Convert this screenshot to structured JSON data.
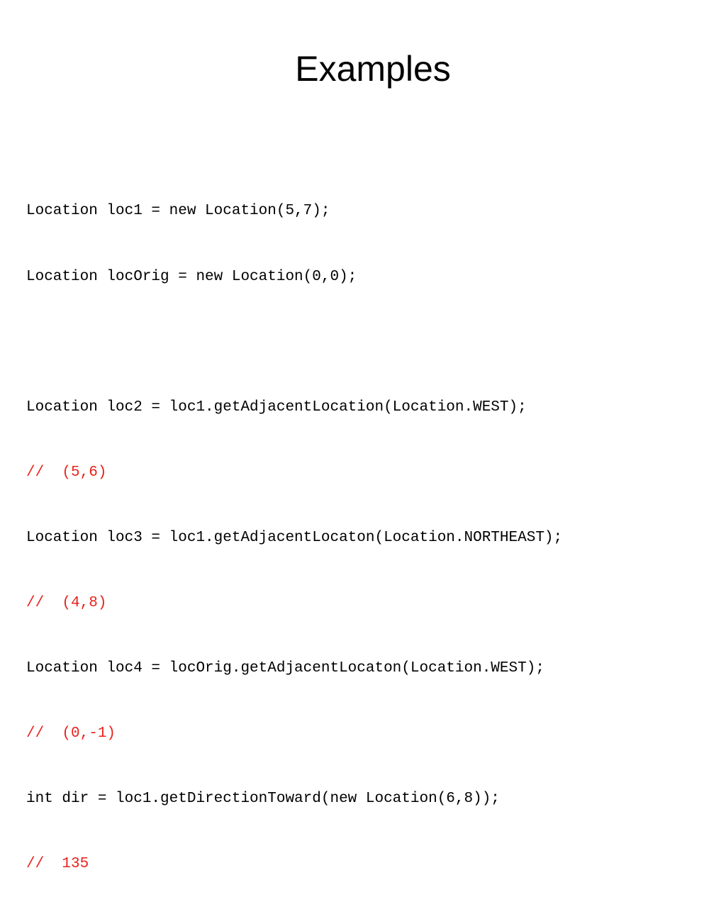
{
  "slide": {
    "title": "Examples",
    "code_lines": [
      {
        "text": "Location loc1 = new Location(5,7);",
        "kind": "code"
      },
      {
        "text": "Location locOrig = new Location(0,0);",
        "kind": "code"
      },
      {
        "text": "",
        "kind": "blank"
      },
      {
        "text": "Location loc2 = loc1.getAdjacentLocation(Location.WEST);",
        "kind": "code"
      },
      {
        "text": "//  (5,6)",
        "kind": "comment"
      },
      {
        "text": "Location loc3 = loc1.getAdjacentLocaton(Location.NORTHEAST);",
        "kind": "code"
      },
      {
        "text": "//  (4,8)",
        "kind": "comment"
      },
      {
        "text": "Location loc4 = locOrig.getAdjacentLocaton(Location.WEST);",
        "kind": "code"
      },
      {
        "text": "//  (0,-1)",
        "kind": "comment"
      },
      {
        "text": "int dir = loc1.getDirectionToward(new Location(6,8));",
        "kind": "code"
      },
      {
        "text": "//  135",
        "kind": "comment"
      }
    ]
  },
  "colors": {
    "text": "#000000",
    "comment": "#e8221b",
    "background": "#ffffff"
  }
}
